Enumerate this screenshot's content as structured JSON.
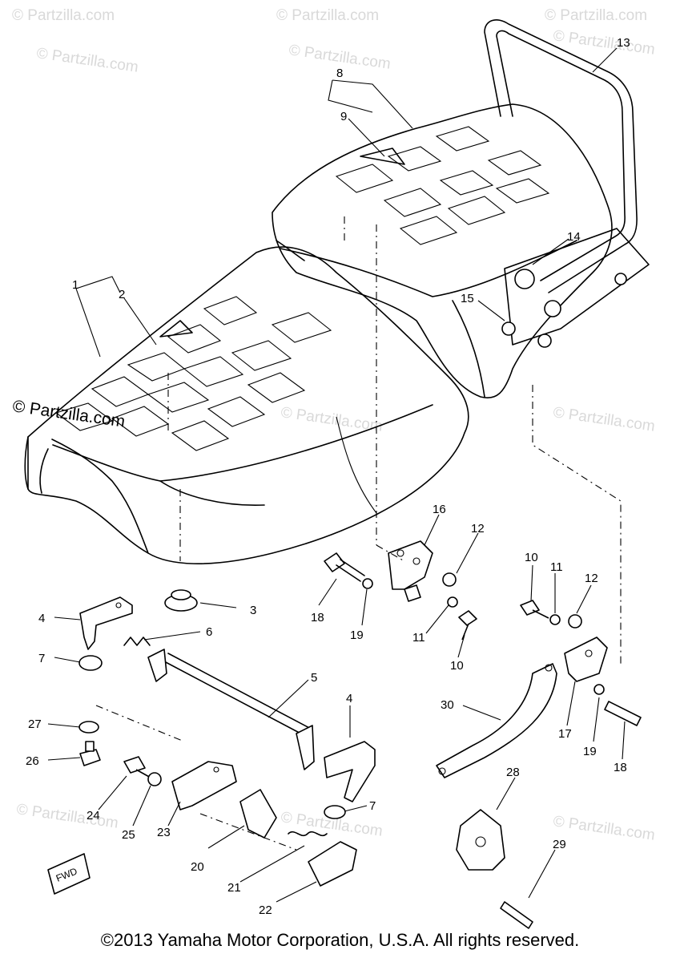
{
  "watermark": {
    "text": "© Partzilla.com",
    "bold_text": "© Partzilla.com"
  },
  "callouts": [
    "1",
    "2",
    "3",
    "4",
    "5",
    "6",
    "7",
    "8",
    "9",
    "10",
    "11",
    "12",
    "13",
    "14",
    "15",
    "16",
    "17",
    "18",
    "19",
    "20",
    "21",
    "22",
    "23",
    "24",
    "25",
    "26",
    "27",
    "28",
    "29",
    "30"
  ],
  "labels": {
    "p1": "1",
    "p2": "2",
    "p3": "3",
    "p4a": "4",
    "p4b": "4",
    "p5": "5",
    "p6": "6",
    "p7a": "7",
    "p7b": "7",
    "p8": "8",
    "p9": "9",
    "p10a": "10",
    "p10b": "10",
    "p11a": "11",
    "p11b": "11",
    "p12a": "12",
    "p12b": "12",
    "p13": "13",
    "p14": "14",
    "p15": "15",
    "p16": "16",
    "p17": "17",
    "p18a": "18",
    "p18b": "18",
    "p19a": "19",
    "p19b": "19",
    "p20": "20",
    "p21": "21",
    "p22": "22",
    "p23": "23",
    "p24": "24",
    "p25": "25",
    "p26": "26",
    "p27": "27",
    "p28": "28",
    "p29": "29",
    "p30": "30",
    "fwd": "FWD"
  },
  "copyright": "©2013  Yamaha Motor Corporation, U.S.A. All rights reserved."
}
